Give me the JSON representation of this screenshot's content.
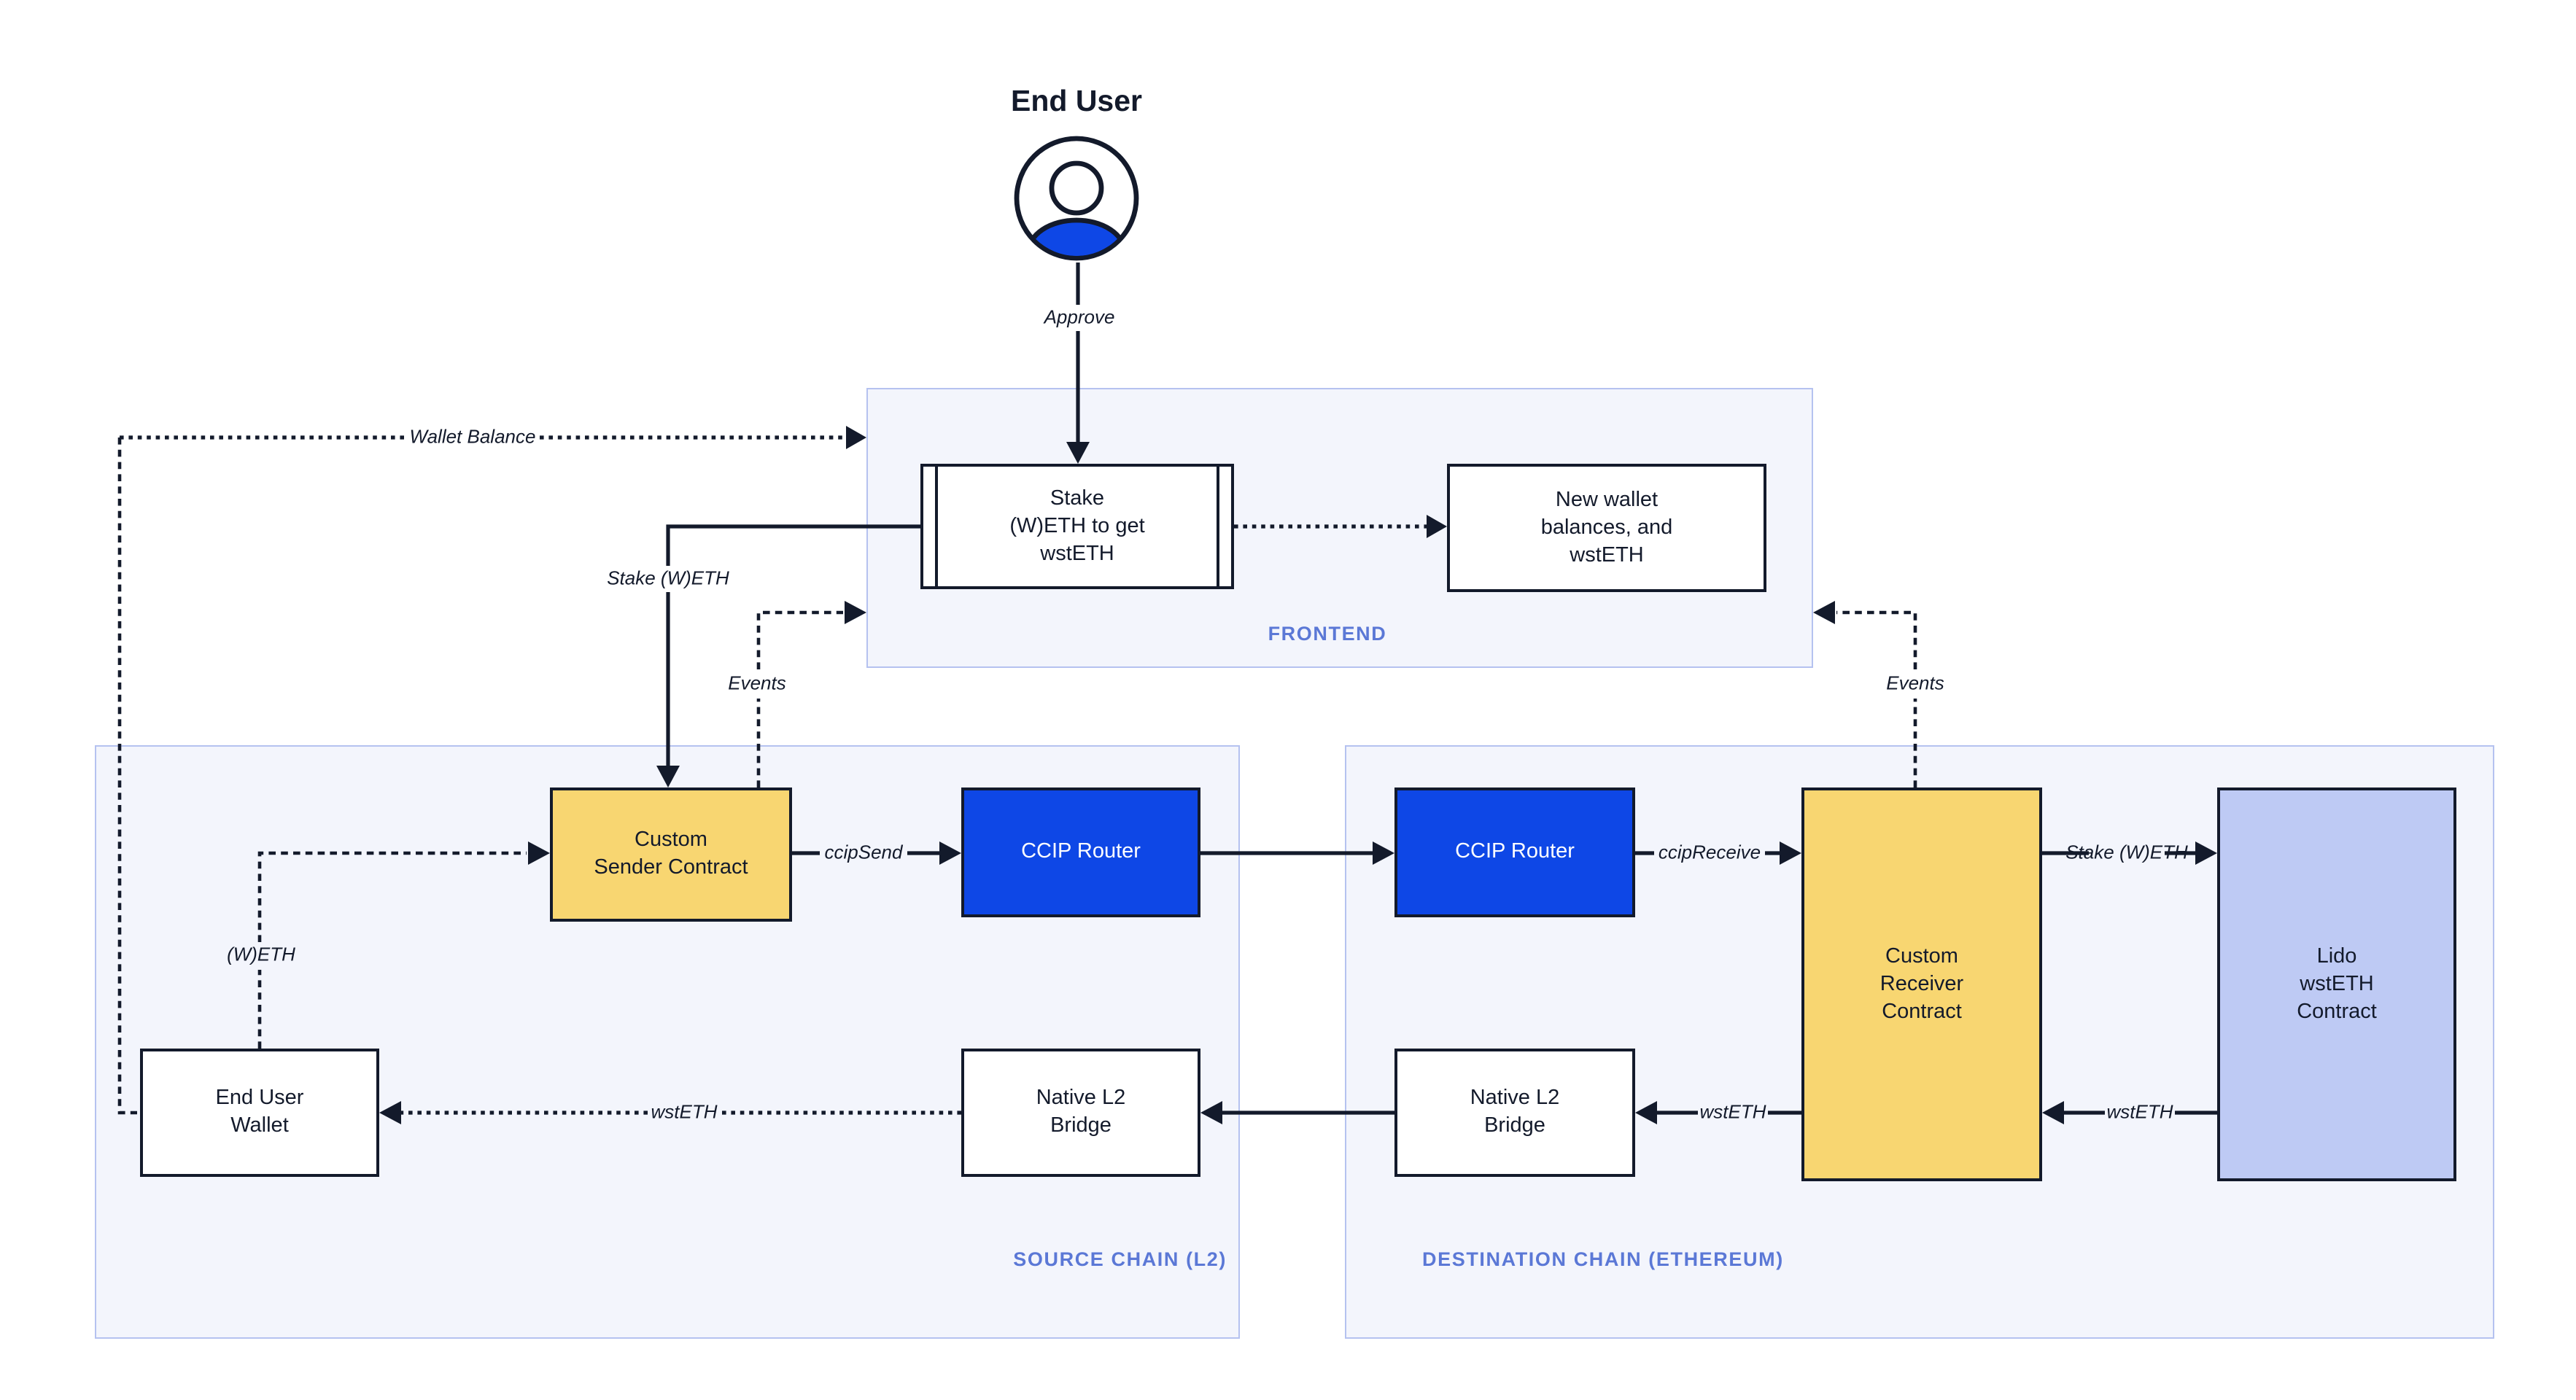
{
  "diagram_type": "flow-diagram",
  "colors": {
    "stroke_dark": "#131a2b",
    "contract_yellow": "#f8d671",
    "router_blue": "#0e47e6",
    "lido_periwinkle": "#becaf4",
    "container_fill": "#f3f5fc",
    "container_border": "#b5c2f0",
    "container_label_blue": "#5b78d6",
    "page_background": "#ffffff"
  },
  "actor": {
    "title": "End User",
    "icon": "user-avatar",
    "action_label": "Approve"
  },
  "frontend": {
    "label": "FRONTEND",
    "stake_box": {
      "lines": [
        "Stake",
        "(W)ETH to get",
        "wstETH"
      ]
    },
    "result_box": {
      "lines": [
        "New wallet",
        "balances, and",
        "wstETH"
      ]
    }
  },
  "source_chain": {
    "label": "SOURCE CHAIN (L2)",
    "custom_sender": {
      "lines": [
        "Custom",
        "Sender Contract"
      ]
    },
    "ccip_router": {
      "label": "CCIP Router"
    },
    "end_user_wallet": {
      "lines": [
        "End User",
        "Wallet"
      ]
    },
    "native_bridge": {
      "lines": [
        "Native L2",
        "Bridge"
      ]
    }
  },
  "destination_chain": {
    "label": "DESTINATION CHAIN (ETHEREUM)",
    "ccip_router": {
      "label": "CCIP Router"
    },
    "custom_receiver": {
      "lines": [
        "Custom",
        "Receiver",
        "Contract"
      ]
    },
    "lido_contract": {
      "lines": [
        "Lido",
        "wstETH",
        "Contract"
      ]
    },
    "native_bridge": {
      "lines": [
        "Native L2",
        "Bridge"
      ]
    }
  },
  "edge_labels": {
    "wallet_balance": "Wallet Balance",
    "stake_weth_frontend_to_sender": "Stake (W)ETH",
    "events_source": "Events",
    "events_destination": "Events",
    "ccip_send": "ccipSend",
    "ccip_receive": "ccipReceive",
    "stake_weth_receiver_to_lido": {
      "lines": [
        "Stake",
        "(W)ETH"
      ]
    },
    "wsteth_lido_to_receiver": "wstETH",
    "wsteth_receiver_to_bridge": "wstETH",
    "wsteth_bridge_to_wallet": "wstETH",
    "weth_wallet_to_sender": "(W)ETH"
  }
}
